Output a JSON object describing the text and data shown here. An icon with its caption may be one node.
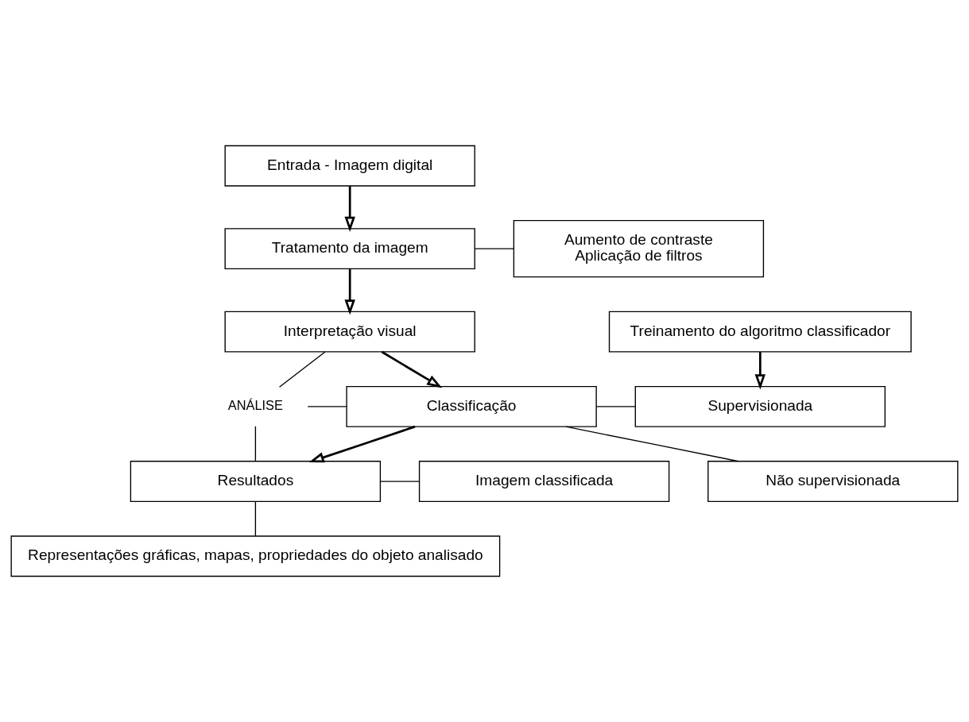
{
  "diagram": {
    "nodes": [
      {
        "text": [
          "Entrada - Imagem digital"
        ]
      },
      {
        "text": [
          "Tratamento da imagem"
        ]
      },
      {
        "text": [
          "Aumento de contraste",
          "Aplicação de filtros"
        ]
      },
      {
        "text": [
          "Interpretação visual"
        ]
      },
      {
        "text": [
          "Treinamento do algoritmo classificador"
        ]
      },
      {
        "text": [
          "Classificação"
        ]
      },
      {
        "text": [
          "Supervisionada"
        ]
      },
      {
        "text": [
          "Não supervisionada"
        ]
      },
      {
        "text": [
          "Resultados"
        ]
      },
      {
        "text": [
          "Imagem classificada"
        ]
      },
      {
        "text": [
          "Representações gráficas, mapas, propriedades do objeto analisado"
        ]
      },
      {
        "text": [
          "ANÁLISE"
        ]
      }
    ],
    "edges": [
      {
        "from": 0,
        "to": 1,
        "arrow": "to"
      },
      {
        "from": 1,
        "to": 2,
        "arrow": "none"
      },
      {
        "from": 1,
        "to": 3,
        "arrow": "to"
      },
      {
        "from": 3,
        "to": 5,
        "arrow": "to"
      },
      {
        "from": 5,
        "to": 6,
        "arrow": "none"
      },
      {
        "from": 5,
        "to": 7,
        "arrow": "none"
      },
      {
        "from": 4,
        "to": 6,
        "arrow": "to"
      },
      {
        "from": 5,
        "to": 8,
        "arrow": "to"
      },
      {
        "from": 8,
        "to": 9,
        "arrow": "none"
      },
      {
        "from": 8,
        "to": 10,
        "arrow": "none"
      },
      {
        "from": 11,
        "to": 3,
        "arrow": "none"
      },
      {
        "from": 11,
        "to": 5,
        "arrow": "none"
      },
      {
        "from": 11,
        "to": 8,
        "arrow": "none"
      }
    ]
  }
}
